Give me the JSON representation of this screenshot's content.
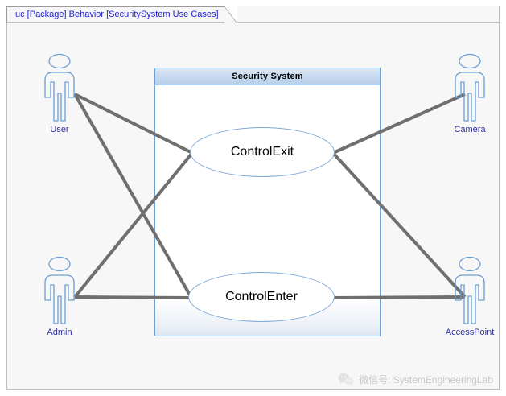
{
  "frame": {
    "tab_label": "uc [Package] Behavior [SecuritySystem Use Cases]",
    "border_color": "#bdbdbd",
    "background": "#f7f7f7",
    "tab_text_color": "#1b1bd6"
  },
  "system_boundary": {
    "title": "Security System",
    "border_color": "#6d9ed4",
    "header_gradient_from": "#dce8f6",
    "header_gradient_to": "#b9cfe9"
  },
  "use_cases": [
    {
      "id": "controlexit",
      "label": "ControlExit",
      "border_color": "#7fa8d6",
      "fill": "#ffffff",
      "text_color": "#000000"
    },
    {
      "id": "controlenter",
      "label": "ControlEnter",
      "border_color": "#7fa8d6",
      "fill": "#ffffff",
      "text_color": "#000000"
    }
  ],
  "actors": [
    {
      "id": "user",
      "label": "User",
      "icon": "actor-person-icon",
      "label_color": "#30309c",
      "stroke": "#6d9ed4"
    },
    {
      "id": "camera",
      "label": "Camera",
      "icon": "actor-person-icon",
      "label_color": "#30309c",
      "stroke": "#6d9ed4"
    },
    {
      "id": "admin",
      "label": "Admin",
      "icon": "actor-person-icon",
      "label_color": "#30309c",
      "stroke": "#6d9ed4"
    },
    {
      "id": "accesspoint",
      "label": "AccessPoint",
      "icon": "actor-person-icon",
      "label_color": "#30309c",
      "stroke": "#6d9ed4"
    }
  ],
  "associations": [
    {
      "from": "user",
      "to": "controlexit"
    },
    {
      "from": "user",
      "to": "controlenter"
    },
    {
      "from": "admin",
      "to": "controlexit"
    },
    {
      "from": "admin",
      "to": "controlenter"
    },
    {
      "from": "camera",
      "to": "controlexit"
    },
    {
      "from": "accesspoint",
      "to": "controlexit"
    },
    {
      "from": "accesspoint",
      "to": "controlenter"
    }
  ],
  "connector_style": {
    "color": "#6f6f6f",
    "width": 4
  },
  "watermark": {
    "text": "微信号: SystemEngineeringLab",
    "icon": "wechat-icon",
    "color": "#c9c9c9"
  }
}
